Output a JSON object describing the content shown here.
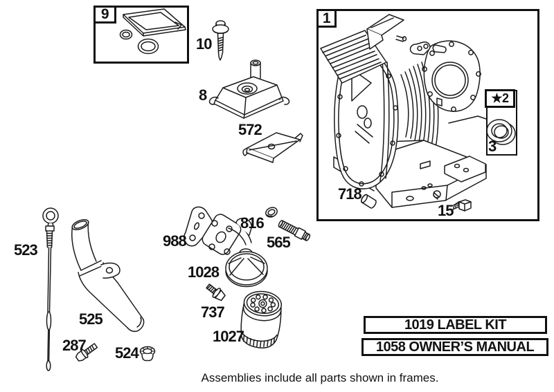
{
  "diagram": {
    "background": "#ffffff",
    "line_color": "#1a1a1a",
    "caption": "Assemblies include all parts shown in frames.",
    "kit_boxes": {
      "label_kit": "1019 LABEL KIT",
      "owners_manual": "1058 OWNER’S MANUAL"
    },
    "frame_labels": {
      "frame9": "9",
      "frame1": "1",
      "seal_frame": "★2"
    },
    "callouts": {
      "c10": "10",
      "c8": "8",
      "c572": "572",
      "c3": "3",
      "c718": "718",
      "c15": "15",
      "c523": "523",
      "c525": "525",
      "c287": "287",
      "c524": "524",
      "c988": "988",
      "c816": "816",
      "c565": "565",
      "c1028": "1028",
      "c737": "737",
      "c1027": "1027"
    }
  }
}
